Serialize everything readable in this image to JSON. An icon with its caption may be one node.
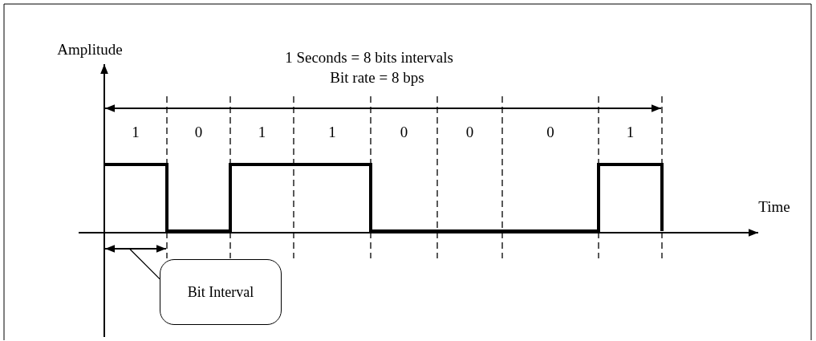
{
  "diagram": {
    "nodes": [
      {
        "text": [
          "Bit Interval"
        ]
      },
      {
        "text": [],
        "shape": "bar"
      }
    ],
    "edges": [
      {
        "from": 0,
        "to": 1,
        "arrow": "none"
      }
    ],
    "labels": [
      "Amplitude",
      "1 Seconds = 8 bits intervals",
      "Bit rate = 8 bps",
      "1",
      "0",
      "1",
      "1",
      "0",
      "0",
      "0",
      "1",
      "Time"
    ]
  }
}
